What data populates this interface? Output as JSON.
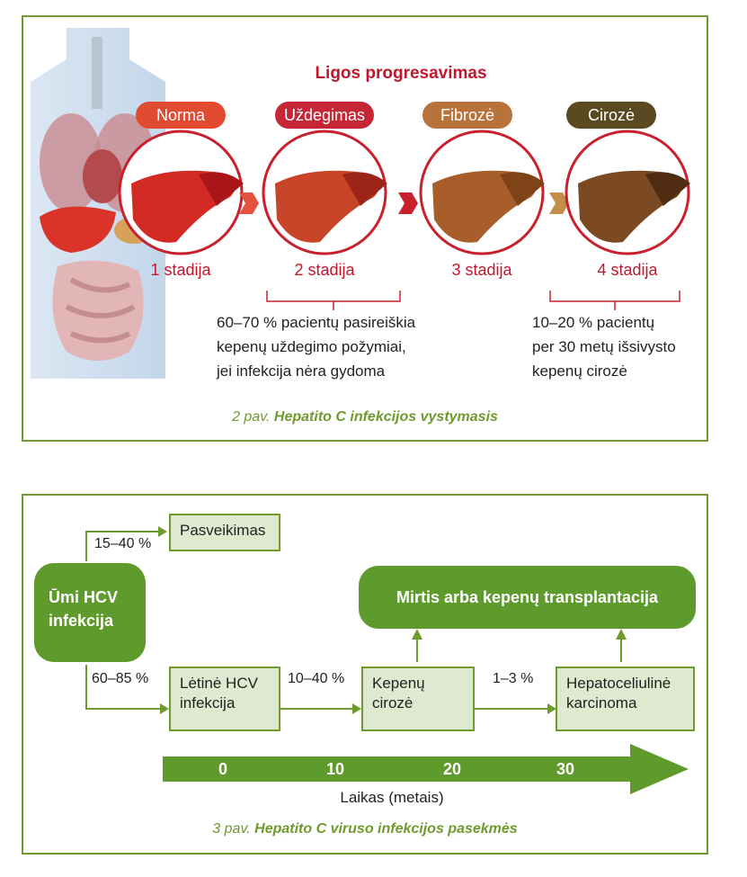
{
  "figure1": {
    "title": "Ligos progresavimas",
    "stages": [
      {
        "name": "Norma",
        "label": "1 stadija",
        "color": "#e14b32"
      },
      {
        "name": "Uždegimas",
        "label": "2 stadija",
        "color": "#c62636"
      },
      {
        "name": "Fibrozė",
        "label": "3 stadija",
        "color": "#b7733a"
      },
      {
        "name": "Cirozė",
        "label": "4 stadija",
        "color": "#5a4a22"
      }
    ],
    "note_left": [
      "60–70 % pacientų pasireiškia",
      "kepenų uždegimo požymiai,",
      "jei infekcija nėra gydoma"
    ],
    "note_right": [
      "10–20 % pacientų",
      "per 30 metų išsivysto",
      "kepenų cirozė"
    ],
    "caption_prefix": "2 pav. ",
    "caption_title": "Hepatito C infekcijos vystymasis"
  },
  "figure2": {
    "acute": [
      "Ūmi HCV",
      "infekcija"
    ],
    "recovery": "Pasveikimas",
    "recovery_pct": "15–40 %",
    "chronic_pct": "60–85 %",
    "chronic": [
      "Lėtinė HCV",
      "infekcija"
    ],
    "cirrhosis_pct": "10–40 %",
    "cirrhosis": [
      "Kepenų",
      "cirozė"
    ],
    "carcinoma_pct": "1–3 %",
    "carcinoma": [
      "Hepatoceliulinė",
      "karcinoma"
    ],
    "outcome": "Mirtis arba kepenų transplantacija",
    "time_ticks": [
      "0",
      "10",
      "20",
      "30"
    ],
    "time_label": "Laikas (metais)",
    "caption_prefix": "3 pav. ",
    "caption_title": "Hepatito C viruso infekcijos pasekmės"
  }
}
